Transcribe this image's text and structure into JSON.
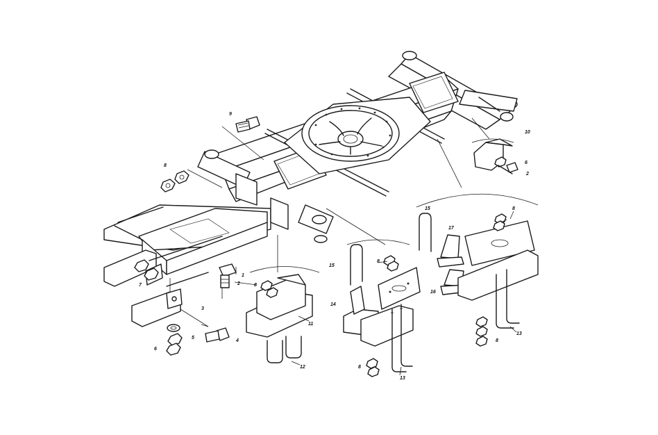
{
  "callouts": [
    "1",
    "2",
    "3",
    "4",
    "5",
    "6",
    "7",
    "8",
    "9",
    "10",
    "11",
    "12",
    "13",
    "14",
    "15",
    "16",
    "17"
  ],
  "colors": {
    "ink": "#1a1a1a",
    "paper": "#ffffff"
  }
}
